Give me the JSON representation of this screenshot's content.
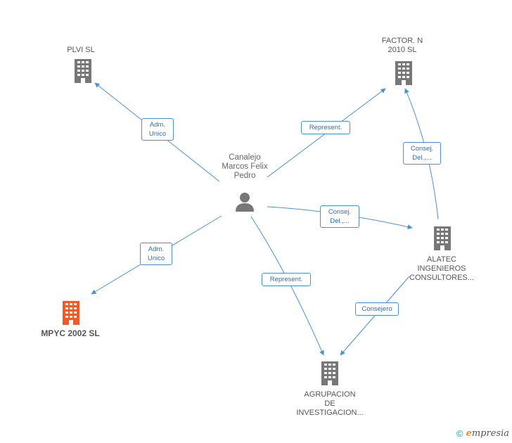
{
  "nodes": {
    "person": {
      "label_lines": [
        "Canalejo",
        "Marcos Felix",
        "Pedro"
      ]
    },
    "plvi": {
      "label_lines": [
        "PLVI SL"
      ]
    },
    "factor": {
      "label_lines": [
        "FACTOR. N",
        "2010 SL"
      ]
    },
    "alatec": {
      "label_lines": [
        "ALATEC",
        "INGENIEROS",
        "CONSULTORES..."
      ]
    },
    "mpyc": {
      "label_lines": [
        "MPYC 2002 SL"
      ]
    },
    "agrupacion": {
      "label_lines": [
        "AGRUPACION",
        "DE",
        "INVESTIGACION..."
      ]
    }
  },
  "edges": {
    "adm1": {
      "lines": [
        "Adm.",
        "Unico"
      ]
    },
    "rep1": {
      "lines": [
        "Represent."
      ]
    },
    "consej1": {
      "lines": [
        "Consej.",
        "Del.,..."
      ]
    },
    "consej2": {
      "lines": [
        "Consej.",
        "Del.,..."
      ]
    },
    "adm2": {
      "lines": [
        "Adm.",
        "Unico"
      ]
    },
    "rep2": {
      "lines": [
        "Represent."
      ]
    },
    "consejero": {
      "lines": [
        "Consejero"
      ]
    }
  },
  "colors": {
    "edge": "#4a90d9",
    "building": "#777777",
    "building_highlight": "#f05a28",
    "person": "#777777"
  },
  "footer": {
    "copyright": "©",
    "brand_e": "e",
    "brand_rest": "mpresia"
  }
}
